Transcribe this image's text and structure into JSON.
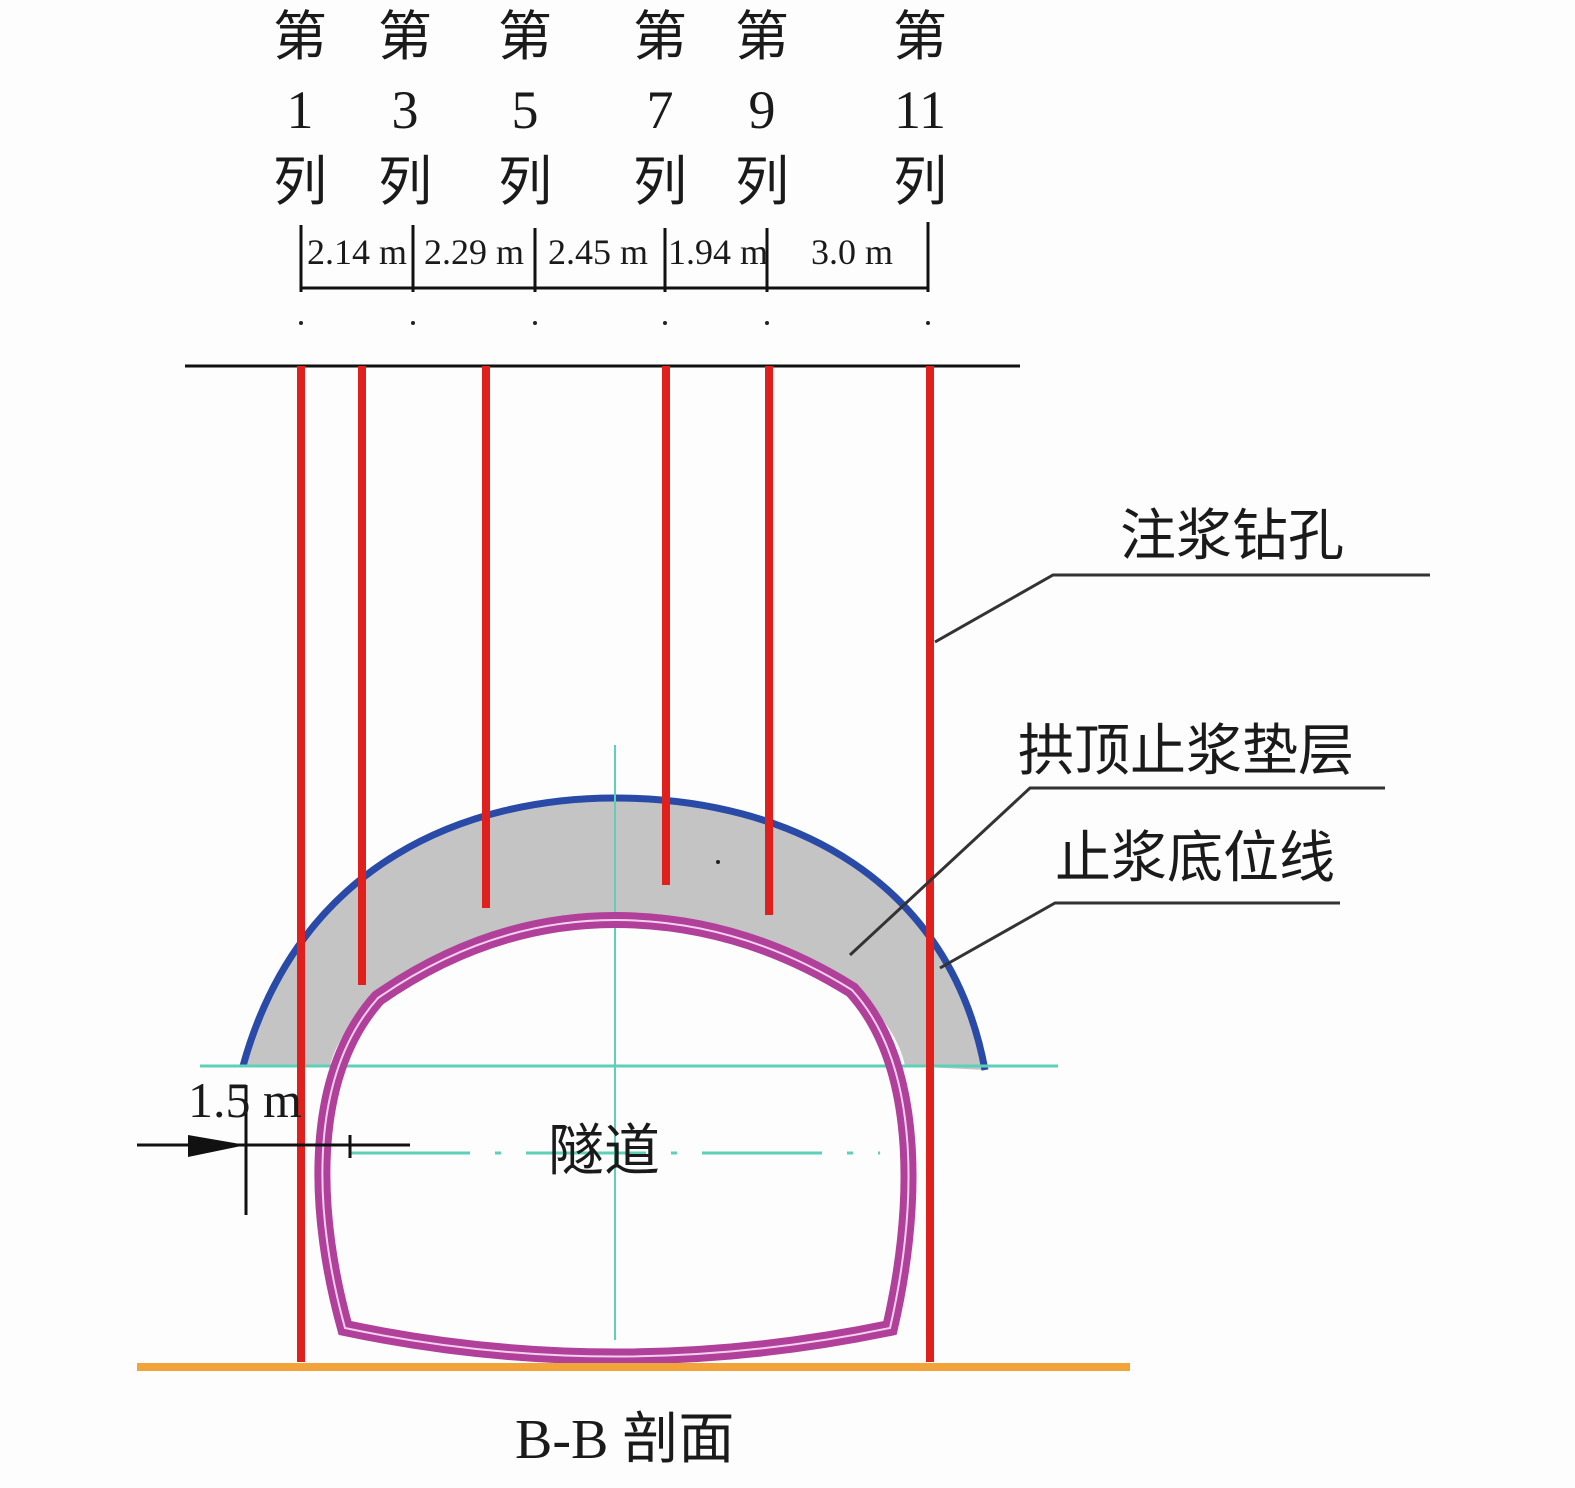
{
  "columns": [
    {
      "prefix": "第",
      "number": "1",
      "suffix": "列"
    },
    {
      "prefix": "第",
      "number": "3",
      "suffix": "列"
    },
    {
      "prefix": "第",
      "number": "5",
      "suffix": "列"
    },
    {
      "prefix": "第",
      "number": "7",
      "suffix": "列"
    },
    {
      "prefix": "第",
      "number": "9",
      "suffix": "列"
    },
    {
      "prefix": "第",
      "number": "11",
      "suffix": "列"
    }
  ],
  "spacings": [
    "2.14 m",
    "2.29 m",
    "2.45 m",
    "1.94 m",
    "3.0 m"
  ],
  "labels": {
    "grout_borehole": "注浆钻孔",
    "arch_grout_pad": "拱顶止浆垫层",
    "grout_bottom_line": "止浆底位线",
    "tunnel": "隧道",
    "offset": "1.5 m",
    "section_title": "B-B 剖面"
  },
  "colors": {
    "borehole": "#e0201c",
    "arch_outline": "#2a4aa8",
    "pad_fill": "#c4c4c4",
    "lining": "#b0409a",
    "axis": "#5fd0b8",
    "base_line": "#f2a33a"
  }
}
